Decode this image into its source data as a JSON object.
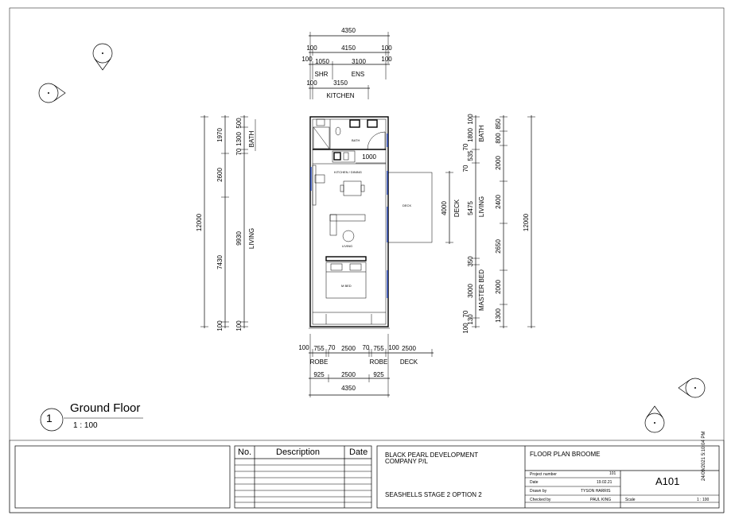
{
  "view": {
    "number": "1",
    "title": "Ground Floor",
    "scale": "1 : 100"
  },
  "dims": {
    "top": {
      "overall": "4350",
      "row2": [
        "100",
        "4150",
        "100"
      ],
      "row3_left": "100",
      "row3_a": "1050",
      "row3_b": "3100",
      "row3_right": "100",
      "shr": "SHR",
      "ens": "ENS",
      "row4_a": "100",
      "row4_b": "3150",
      "kitchen": "KITCHEN"
    },
    "left": {
      "overall": "12000",
      "mid_a": "9930",
      "mid_b": "100",
      "seg": [
        "1970",
        "2600",
        "7430",
        "100"
      ],
      "inner": [
        "500",
        "1300",
        "70"
      ],
      "bath": "BATH",
      "living": "LIVING"
    },
    "right": {
      "deck_dim": "4000",
      "deck": "DECK",
      "living_dim": "5475",
      "living": "LIVING",
      "small": [
        "100",
        "70",
        "535",
        "70"
      ],
      "bath_dim": "1800",
      "bath": "BATH",
      "m_350": "350",
      "m_3000": "3000",
      "master": "MASTER BED",
      "bottom_small": [
        "70",
        "130",
        "100"
      ],
      "col_a": [
        "850",
        "800",
        "2000",
        "2400",
        "2650",
        "2000",
        "1300"
      ],
      "overall": "12000"
    },
    "bottom": {
      "row1": [
        "100",
        "755",
        "70",
        "2500",
        "70",
        "755",
        "100",
        "2500"
      ],
      "robe1": "ROBE",
      "robe2": "ROBE",
      "deck": "DECK",
      "row2": [
        "925",
        "2500",
        "925"
      ],
      "overall": "4350"
    },
    "door_1000": "1000"
  },
  "rooms": {
    "bath": "BATH",
    "kitchen": "KITCHEN / DINING",
    "living": "LIVING",
    "mbed": "M BED",
    "deck": "DECK"
  },
  "revisions": {
    "headers": [
      "No.",
      "Description",
      "Date"
    ],
    "rows": 8
  },
  "titleblock": {
    "client_line1": "BLACK PEARL DEVELOPMENT",
    "client_line2": "COMPANY P/L",
    "project": "SEASHELLS STAGE 2 OPTION 2",
    "drawing_title": "FLOOR PLAN BROOME",
    "project_number_label": "Project number",
    "project_number": "101",
    "date_label": "Date",
    "date": "19.02.21",
    "drawn_label": "Drawn by",
    "drawn": "TYSON HARRIS",
    "checked_label": "Checked by",
    "checked": "PAUL KING",
    "sheet_number": "A101",
    "scale_label": "Scale",
    "scale": "1 : 100"
  },
  "timestamp": "24/09/2021 5:10:04 PM"
}
